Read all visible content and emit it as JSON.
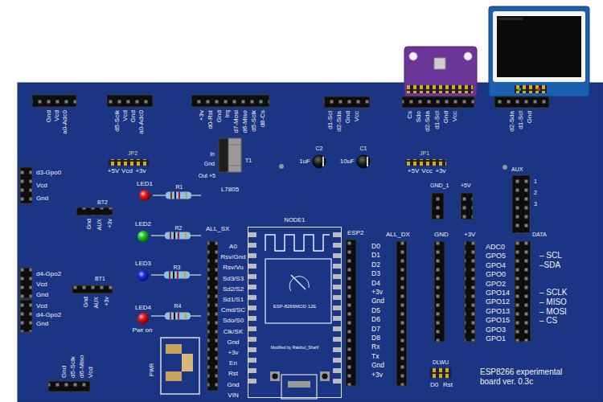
{
  "diagram": {
    "nodes": [
      {
        "text": [
          "NODE1",
          "ESP-8266MOD 12E",
          "Modified by Rakibul_Sharif"
        ]
      }
    ],
    "labels": [
      "Gnd",
      "Vcd",
      "a0-Adc0",
      "d5-Sclk",
      "Vcd",
      "Gnd",
      "a0-Adc0",
      "+3v",
      "d0-Rst",
      "Gnd",
      "Irq",
      "d7-Mosi",
      "d6-Miso",
      "d5-Sclk",
      "d8-Cs",
      "d1-Scl",
      "d2-Sda",
      "Gnd",
      "Vcc",
      "Cs",
      "Sdo",
      "d2-Sda",
      "d1-Scl",
      "Gnd",
      "Vcc",
      "d2-Sda",
      "d1-Scl",
      "Gnd",
      "JP2",
      "+5V",
      "Vcd",
      "+3v",
      "In",
      "Gnd",
      "Out +5",
      "T1",
      "L7805",
      "C2",
      "1uF",
      "C1",
      "10uF",
      "JP1",
      "+5V",
      "Vcc",
      "+3v",
      "d3-Gpo0",
      "Vcd",
      "Gnd",
      "BT2",
      "Gnd",
      "AUX",
      "+3v",
      "LED1",
      "R1",
      "LED2",
      "R2",
      "ALL_SX",
      "LED3",
      "R3",
      "LED4",
      "Pwr on",
      "R4",
      "A0",
      "Rsv/Gnd",
      "Rsv/Vu",
      "Sd3/S3",
      "Sd2/S2",
      "Sd1/S1",
      "Cmd/SC",
      "Sdo/S0",
      "Clk/SK",
      "Gnd",
      "+3v",
      "En",
      "Rst",
      "Gnd",
      "VIN",
      "d4-Gpo2",
      "Vcd",
      "Gnd",
      "BT1",
      "Gnd",
      "AUX",
      "+3v",
      "Vcd",
      "d4-Gpo2",
      "Gnd",
      "Gnd",
      "d5-Sclk",
      "d6-Miso",
      "Vcd",
      "PWR",
      "ESP2",
      "D0",
      "D1",
      "D2",
      "D3",
      "D4",
      "+3v",
      "Gnd",
      "D5",
      "D6",
      "D7",
      "D8",
      "Rx",
      "Tx",
      "Gnd",
      "+3v",
      "ALL_DX",
      "GND",
      "+3V",
      "GND_1",
      "+5V",
      "AUX",
      "1",
      "2",
      "3",
      "DATA",
      "ADC0",
      "GPO5",
      "GPO4",
      "GPO0",
      "GPO2",
      "GPO14",
      "GPO12",
      "GPO13",
      "GPO15",
      "GPO3",
      "GPO1",
      "– SCL",
      "–SDA",
      "– SCLK",
      "– MISO",
      "– MOSI",
      "– CS",
      "DLWU",
      "D0",
      "Rst",
      "ESP8266 experimental board ver. 0.3c"
    ]
  }
}
